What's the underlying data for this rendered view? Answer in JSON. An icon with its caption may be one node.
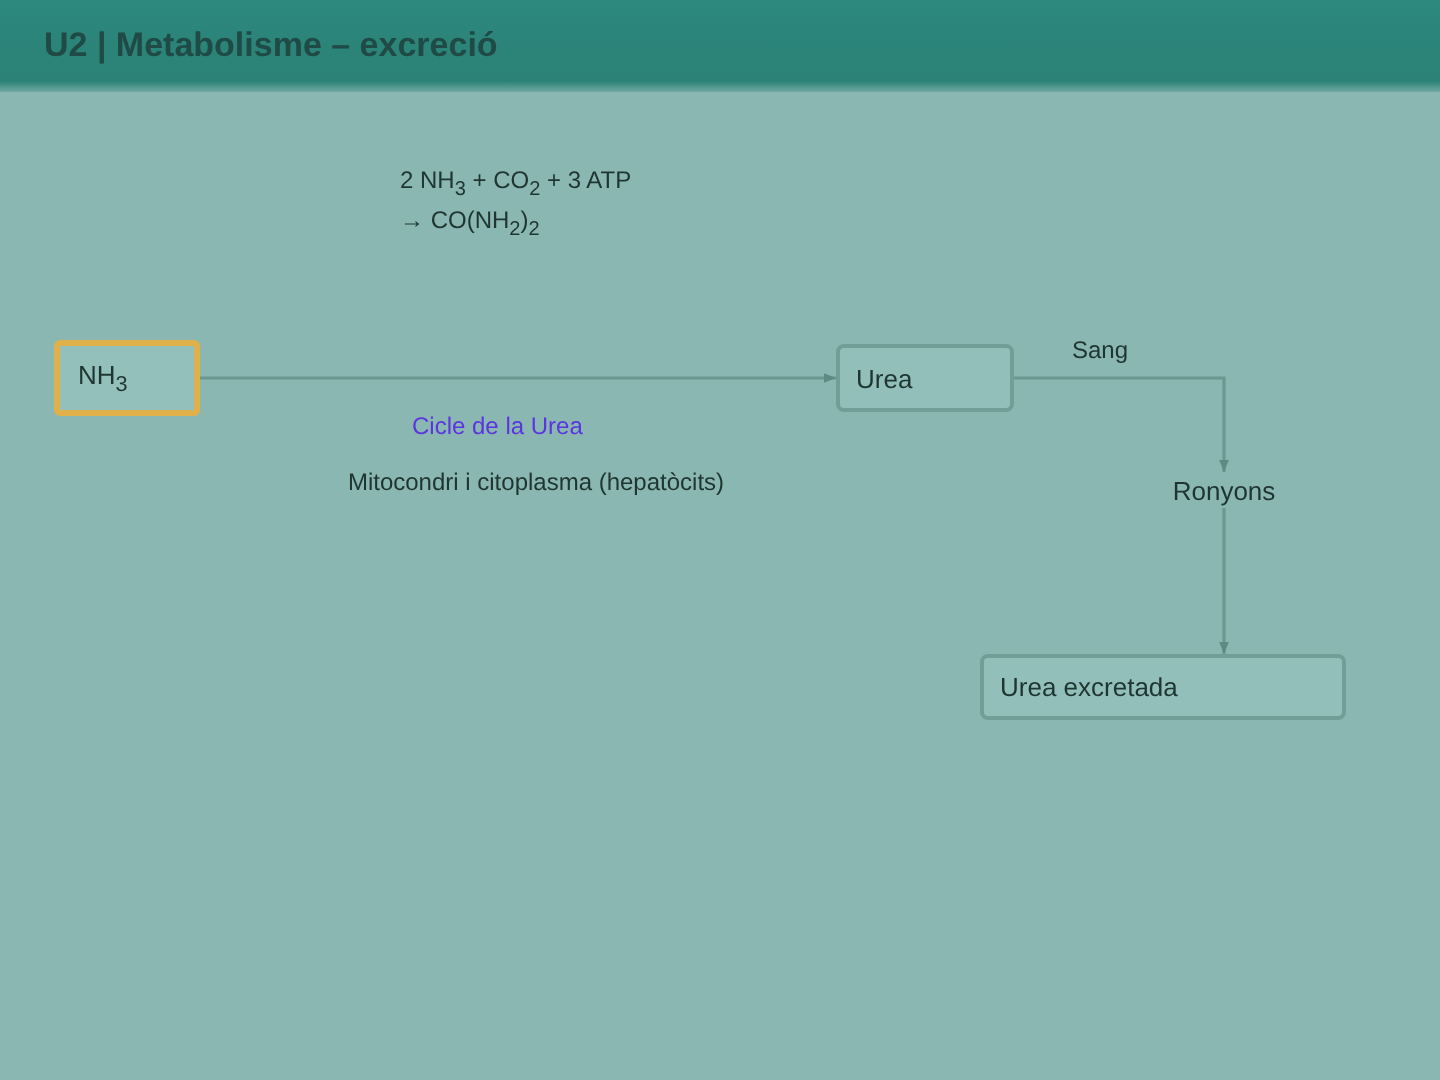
{
  "diagram": {
    "title": "U2 | Metabolisme – excreció",
    "nodes": [
      {
        "text": [
          "NH$_{3}$"
        ]
      },
      {
        "text": [
          "Urea"
        ]
      },
      {
        "text": [
          "Ronyons"
        ]
      },
      {
        "text": [
          "Urea excretada"
        ]
      }
    ],
    "edges": [
      {
        "from": 0,
        "to": 1,
        "arrow": "to",
        "label": "Cicle de la Urea"
      },
      {
        "from": 1,
        "to": 2,
        "arrow": "to",
        "label": "Sang"
      },
      {
        "from": 2,
        "to": 3,
        "arrow": "to"
      }
    ],
    "labels": [
      "2 NH$_{3}$ + CO$_{2}$ + 3 ATP",
      "→ CO(NH$_{2}$)$_{2}$",
      "Mitocondri i citoplasma (hepatòcits)"
    ]
  }
}
